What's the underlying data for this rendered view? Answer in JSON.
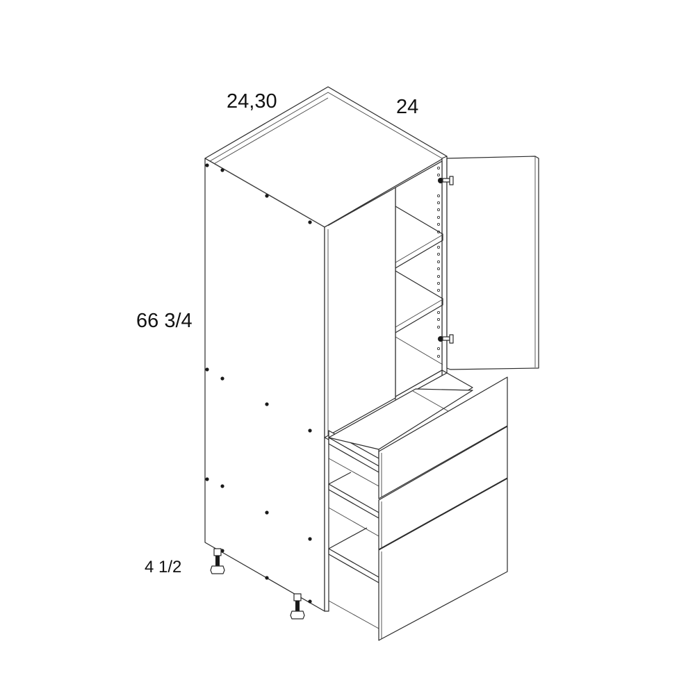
{
  "diagram": {
    "subject": "Tall pantry cabinet, 2 doors over 3 drawers (isometric line drawing)",
    "dimensions": {
      "width": "24,30",
      "depth": "24",
      "height": "66 3/4",
      "toe_kick": "4 1/2"
    },
    "components": {
      "upper_doors": 2,
      "adjustable_shelves": 3,
      "drawers": 3,
      "hinges": 2,
      "leveling_legs": 2
    },
    "colors": {
      "background": "#ffffff",
      "line": "#2a2a2a",
      "text": "#111111"
    }
  }
}
